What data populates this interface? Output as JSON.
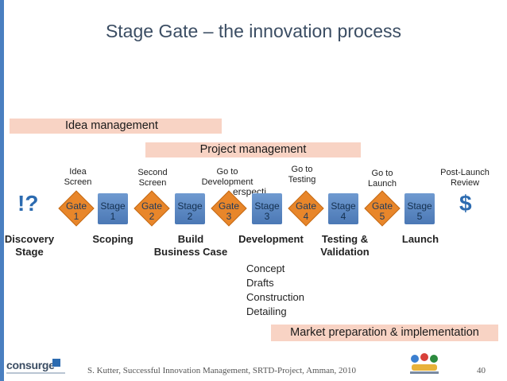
{
  "title": "Stage Gate – the innovation process",
  "bands": {
    "idea": "Idea management",
    "project": "Project management",
    "market": "Market preparation  & implementation"
  },
  "gate_labels": {
    "gate1": "Idea\nScreen",
    "gate2": "Second\nScreen",
    "gate3": "Go to\nDevelopment",
    "gate4": "Go to\nTesting",
    "gate5": "Go to\nLaunch",
    "post": "Post-Launch\nReview"
  },
  "overlap_text": "erspecti",
  "gates": [
    {
      "l1": "Gate",
      "l2": "1"
    },
    {
      "l1": "Gate",
      "l2": "2"
    },
    {
      "l1": "Gate",
      "l2": "3"
    },
    {
      "l1": "Gate",
      "l2": "4"
    },
    {
      "l1": "Gate",
      "l2": "5"
    }
  ],
  "stages": [
    {
      "l1": "Stage",
      "l2": "1"
    },
    {
      "l1": "Stage",
      "l2": "2"
    },
    {
      "l1": "Stage",
      "l2": "3"
    },
    {
      "l1": "Stage",
      "l2": "4"
    },
    {
      "l1": "Stage",
      "l2": "5"
    }
  ],
  "symbols": {
    "start": "!?",
    "end": "$"
  },
  "bottom_labels": {
    "discovery": "Discovery\nStage",
    "scoping": "Scoping",
    "build": "Build\nBusiness Case",
    "development": "Development",
    "testing": "Testing &\nValidation",
    "launch": "Launch"
  },
  "development_steps": [
    "Concept",
    "Drafts",
    "Construction",
    "Detailing"
  ],
  "footer": {
    "logo_text": "consurge",
    "citation": "S. Kutter, Successful Innovation Management,  SRTD-Project, Amman,  2010",
    "page_number": "40"
  },
  "colors": {
    "gate": "#e8862a",
    "stage": "#5a86c2",
    "band": "#f8d3c4",
    "accent": "#2c6bb0"
  }
}
